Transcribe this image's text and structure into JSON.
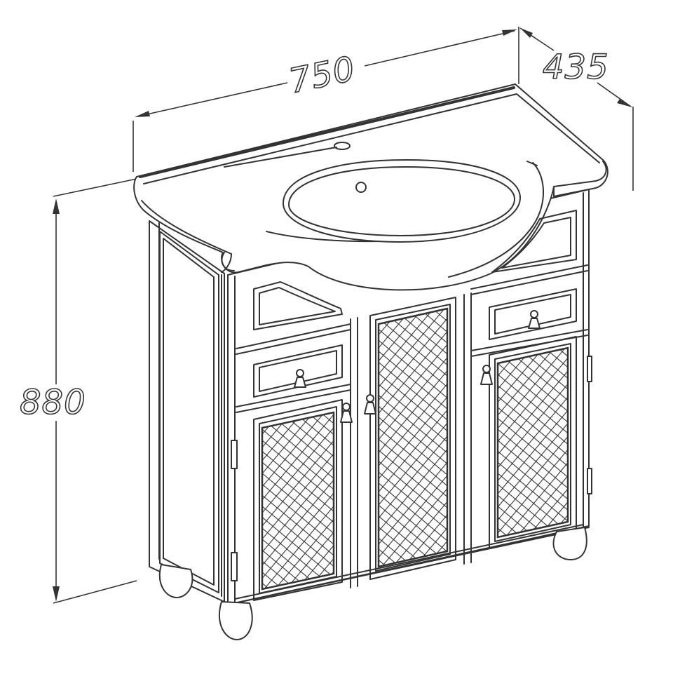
{
  "dimensions": {
    "width": "750",
    "depth": "435",
    "height": "880"
  }
}
